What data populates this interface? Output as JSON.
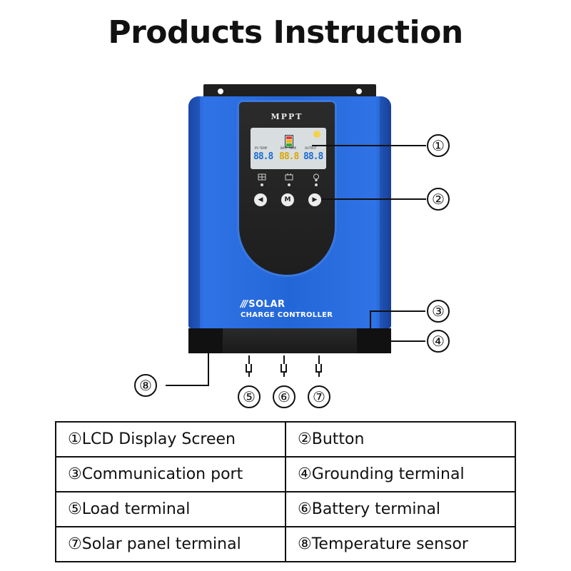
{
  "title": "Products Instruction",
  "device": {
    "panel_label": "MPPT",
    "lcd": {
      "pv_label": "PV TEMP",
      "batt_label": "BATT TEMP",
      "output_label": "OUTPUT",
      "pv_digits": "88.8",
      "batt_digits": "88.8",
      "output_digits": "88.8"
    },
    "indicator_icons": [
      "solar-panel-icon",
      "battery-icon",
      "bulb-icon"
    ],
    "buttons": [
      {
        "icon": "left-arrow-icon",
        "glyph": "◀"
      },
      {
        "icon": "menu-m-icon",
        "glyph": "M"
      },
      {
        "icon": "right-arrow-icon",
        "glyph": "▶"
      }
    ],
    "brand_line1_slashes": "///",
    "brand_line1": "SOLAR",
    "brand_line2": "CHARGE CONTROLLER"
  },
  "callouts": [
    "①",
    "②",
    "③",
    "④",
    "⑤",
    "⑥",
    "⑦",
    "⑧"
  ],
  "legend": [
    [
      "①LCD Display Screen",
      "②Button"
    ],
    [
      "③Communication port",
      "④Grounding terminal"
    ],
    [
      "⑤Load terminal",
      "⑥Battery terminal"
    ],
    [
      "⑦Solar panel terminal",
      "⑧Temperature sensor"
    ]
  ],
  "colors": {
    "body_blue": "#2366d8",
    "panel_dark": "#1e1e1e",
    "lcd_background": "#d8dde0",
    "lcd_digits_blue": "#1b6bd1",
    "lcd_digits_yellow": "#d9a600"
  }
}
